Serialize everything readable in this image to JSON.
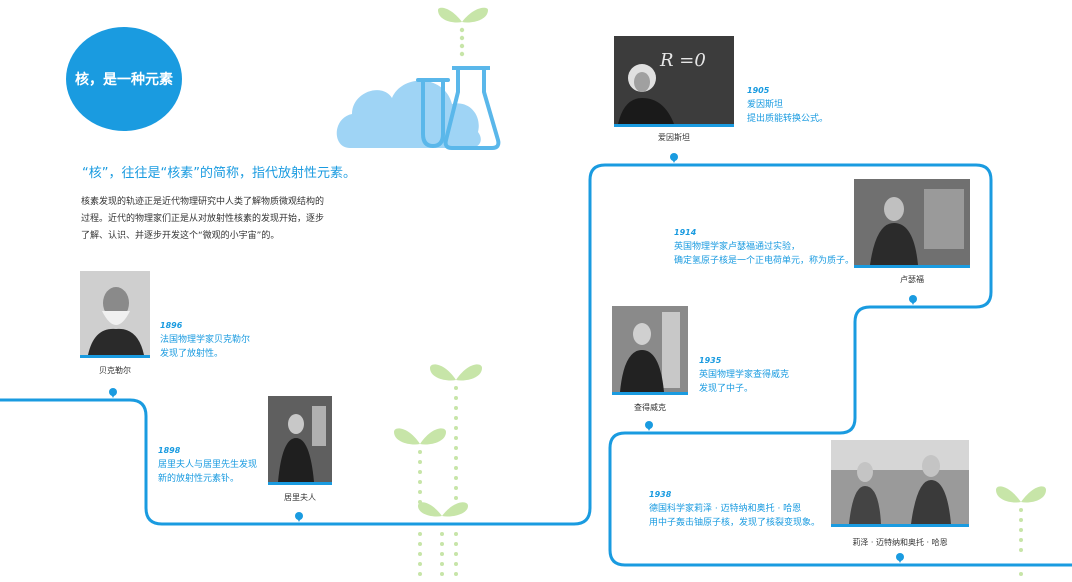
{
  "header": {
    "title": "核，是一种元素",
    "subtitle": "“核”，往往是“核素”的简称，指代放射性元素。",
    "intro_lines": [
      "核素发现的轨迹正是近代物理研究中人类了解物质微观结构的",
      "过程。近代的物理家们正是从对放射性核素的发现开始，逐步",
      "了解、认识、并逐步开发这个“微观的小宇宙”的。"
    ]
  },
  "timeline": [
    {
      "year": "1896",
      "lines": [
        "法国物理学家贝克勒尔",
        "发现了放射性。"
      ],
      "person": "贝克勒尔"
    },
    {
      "year": "1898",
      "lines": [
        "居里夫人与居里先生发现",
        "新的放射性元素钋。"
      ],
      "person": "居里夫人"
    },
    {
      "year": "1905",
      "lines": [
        "爱因斯坦",
        "提出质能转换公式。"
      ],
      "person": "爱因斯坦"
    },
    {
      "year": "1914",
      "lines": [
        "英国物理学家卢瑟福通过实验，",
        "确定氢原子核是一个正电荷单元，称为质子。"
      ],
      "person": "卢瑟福"
    },
    {
      "year": "1935",
      "lines": [
        "英国物理学家查得威克",
        "发现了中子。"
      ],
      "person": "查得威克"
    },
    {
      "year": "1938",
      "lines": [
        "德国科学家莉泽 · 迈特纳和奥托 · 哈恩",
        "用中子轰击铀原子核，发现了核裂变现象。"
      ],
      "person": "莉泽 · 迈特纳和奥托 · 哈恩"
    }
  ],
  "colors": {
    "accent": "#1a9be0",
    "leaf": "#c7e5a8",
    "cloud": "#9fd4f5"
  },
  "icons": [
    "flask-icon",
    "test-tube-icon",
    "cloud-icon",
    "sprout-icon",
    "chalkboard-icon"
  ]
}
